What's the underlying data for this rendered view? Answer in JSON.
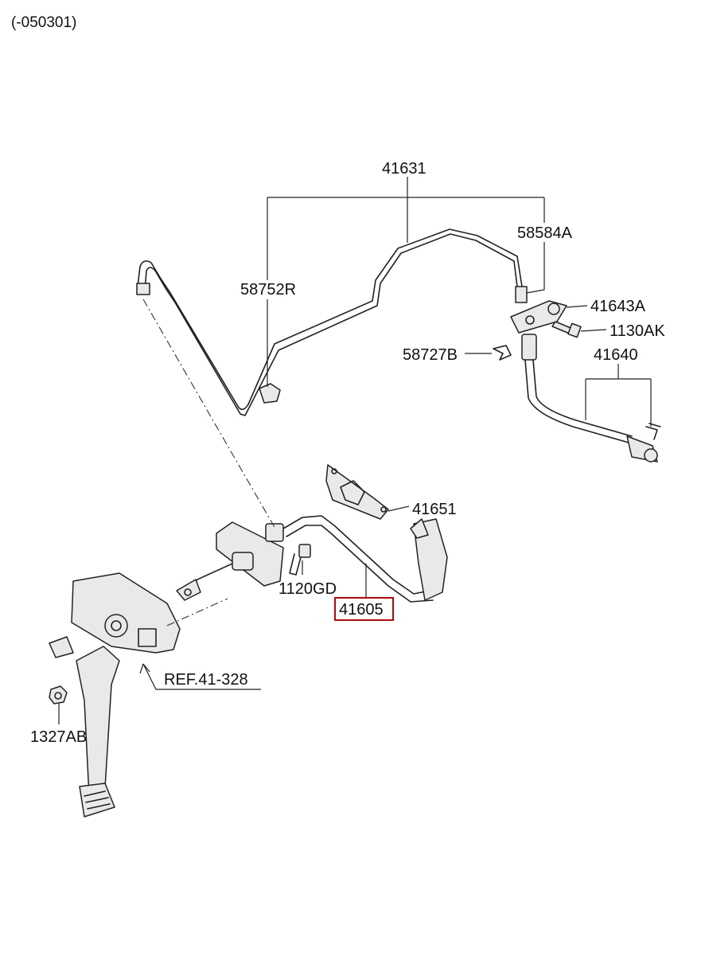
{
  "header": {
    "code": "(-050301)"
  },
  "labels": {
    "p41631": "41631",
    "p58584A": "58584A",
    "p58752R": "58752R",
    "p41643A": "41643A",
    "p1130AK": "1130AK",
    "p58727B": "58727B",
    "p41640": "41640",
    "p41651": "41651",
    "p1120GD": "1120GD",
    "p41605": "41605",
    "ref": "REF.41-328",
    "p1327AB": "1327AB"
  },
  "highlight": {
    "part": "41605",
    "color": "#d00000"
  }
}
